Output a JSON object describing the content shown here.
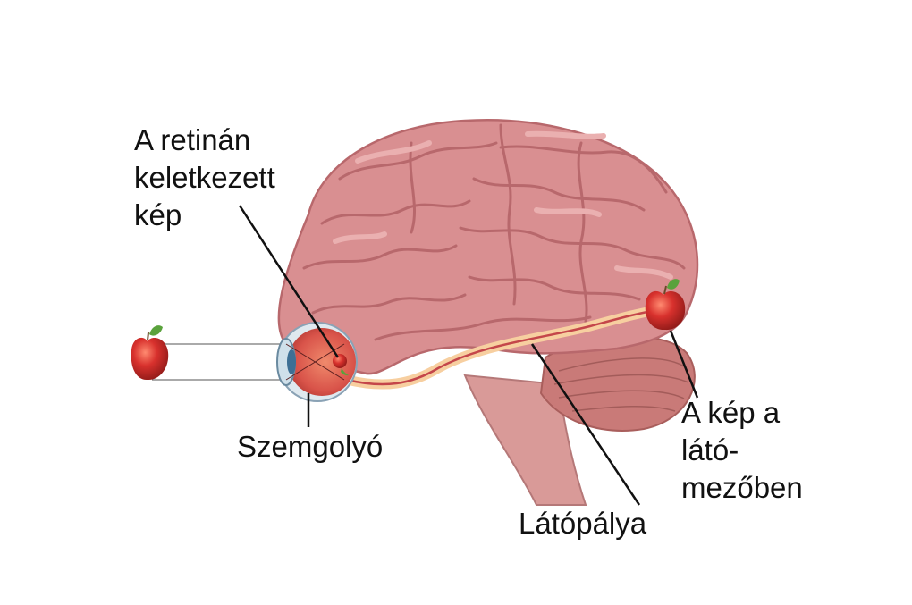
{
  "labels": {
    "retina_image": [
      "A retinán",
      "keletkezett",
      "kép"
    ],
    "eyeball": "Szemgolyó",
    "optic_pathway": "Látópálya",
    "cortex_image": [
      "A kép a",
      "látó-",
      "mezőben"
    ]
  },
  "colors": {
    "brain": "#d98f91",
    "brain_dark": "#b8686c",
    "brain_light": "#eab0b0",
    "cerebellum": "#c97a78",
    "stem": "#d99a98",
    "pathway": "#f7cfa0",
    "pathway_core": "#c4464a",
    "apple": "#d8312d",
    "leaf": "#5aa23c",
    "eye_white": "#dfe9ef",
    "eye_inner": "#d9544a",
    "leader_line": "#111111"
  }
}
